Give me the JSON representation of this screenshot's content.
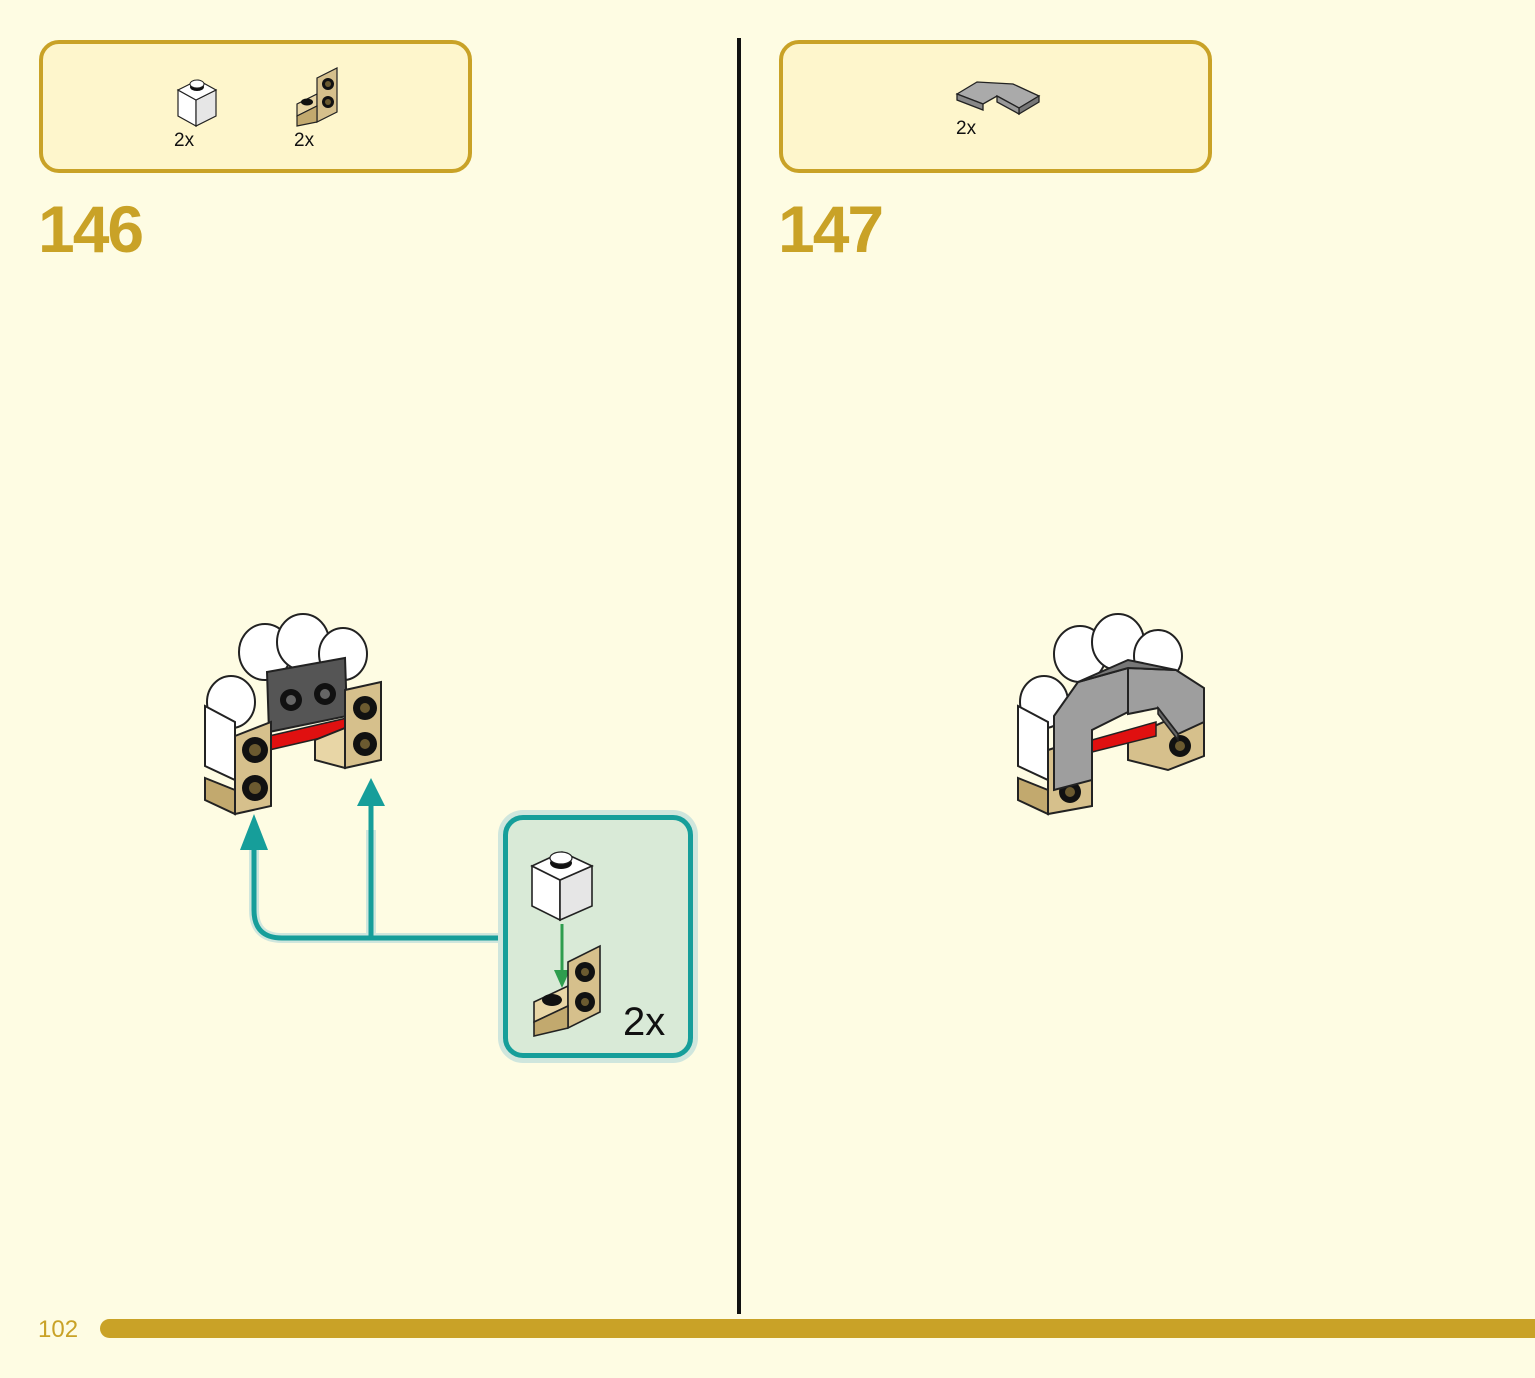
{
  "steps": [
    {
      "number": "146",
      "parts": [
        {
          "icon": "white-brick-1x1-icon",
          "qty": "2x"
        },
        {
          "icon": "tan-bracket-icon",
          "qty": "2x"
        }
      ],
      "subassembly": {
        "qty": "2x"
      }
    },
    {
      "number": "147",
      "parts": [
        {
          "icon": "gray-tile-corner-icon",
          "qty": "2x"
        }
      ]
    }
  ],
  "page": {
    "number": "102"
  },
  "colors": {
    "accent": "#c9a227",
    "background": "#fefce3",
    "callout": "#169e9a",
    "callout_bg": "#d9ead7",
    "tan": "#d6c08c",
    "red": "#e01010"
  }
}
